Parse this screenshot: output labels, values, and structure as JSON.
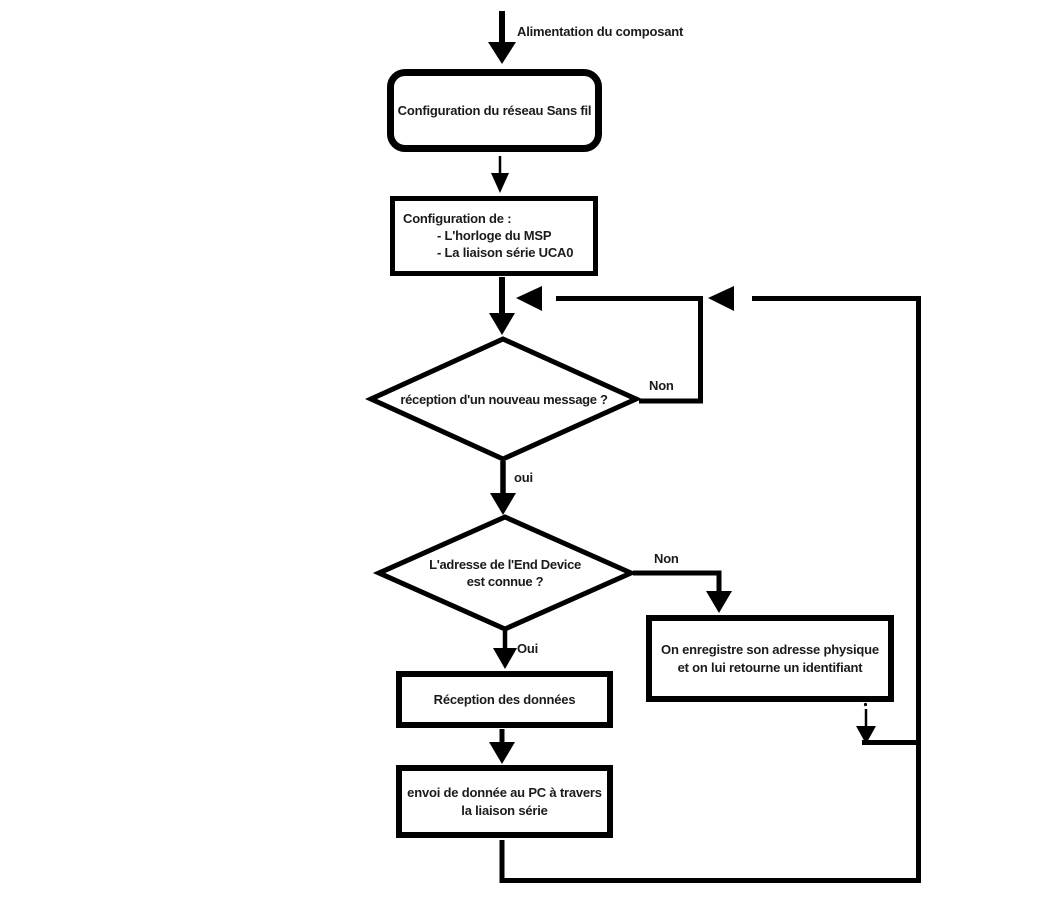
{
  "flowchart": {
    "start": {
      "label": "Alimentation du composant"
    },
    "config_wireless": {
      "text": "Configuration du réseau Sans fil"
    },
    "config_msp": {
      "title": "Configuration de :",
      "item1": "- L'horloge du MSP",
      "item2": "- La liaison série UCA0"
    },
    "decision_new_message": {
      "question": "réception d'un nouveau message ?",
      "no_label": "Non",
      "yes_label": "oui"
    },
    "decision_address_known": {
      "question_line1": "L'adresse de l'End Device",
      "question_line2": "est connue ?",
      "no_label": "Non",
      "yes_label": "Oui"
    },
    "register_address": {
      "line1": "On enregistre son adresse physique",
      "line2": "et on lui retourne un identifiant"
    },
    "data_reception": {
      "text": "Réception des données"
    },
    "send_to_pc": {
      "line1": "envoi de donnée au PC à travers",
      "line2": "la liaison série"
    }
  },
  "colors": {
    "stroke": "#000000",
    "background": "#ffffff",
    "text": "#1b1b1b"
  }
}
